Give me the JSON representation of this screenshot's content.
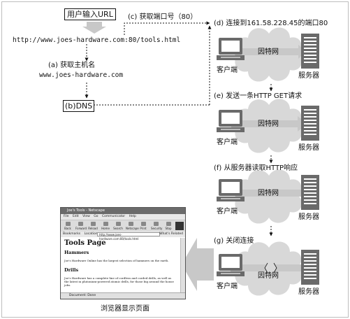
{
  "client_input": {
    "user_url_label": "用户输入URL"
  },
  "url": {
    "full": "http://www.joes-hardware.com:80/tools.html"
  },
  "steps": {
    "a": {
      "label": "(a)  获取主机名",
      "hostname": "www.joes-hardware.com"
    },
    "b": {
      "label": "(b)DNS"
    },
    "c": {
      "label": "(c)  获取端口号（80）"
    },
    "d": {
      "label": "(d)  连接到161.58.228.45的端口80"
    },
    "e": {
      "label": "(e)  发送一条HTTP GET请求"
    },
    "f": {
      "label": "(f)  从服务器读取HTTP响应"
    },
    "g": {
      "label": "(g)  关闭连接"
    }
  },
  "nodes": {
    "client": "客户端",
    "server": "服务器",
    "internet": "因特网"
  },
  "browser": {
    "window_title": "Joe's Tools - Netscape",
    "menu": [
      "File",
      "Edit",
      "View",
      "Go",
      "Communicator",
      "Help"
    ],
    "toolbar": [
      "Back",
      "Forward",
      "Reload",
      "Home",
      "Search",
      "Netscape",
      "Print",
      "Security",
      "Stop"
    ],
    "bookmarks_label": "Bookmarks",
    "location_label": "Location:",
    "location_value": "http://www.joes-hardware.com:80/tools.html",
    "related_label": "What's Related",
    "page_title": "Tools Page",
    "heading_1": "Hammers",
    "paragraph_1": "Joe's Hardware Online has the largest selection of hammers on the earth.",
    "heading_2": "Drills",
    "paragraph_2": "Joe's Hardware has a complete line of cordless and corded drills, as well as the latest in plutonium-powered atomic drills, for those big around the house jobs.",
    "status_text": "Document: Done"
  },
  "caption": "浏览器显示页面",
  "colors": {
    "cloud": "#d8d8d8",
    "device": "#6a6a6a",
    "arrow": "#bbbbbb",
    "line": "#111111"
  }
}
